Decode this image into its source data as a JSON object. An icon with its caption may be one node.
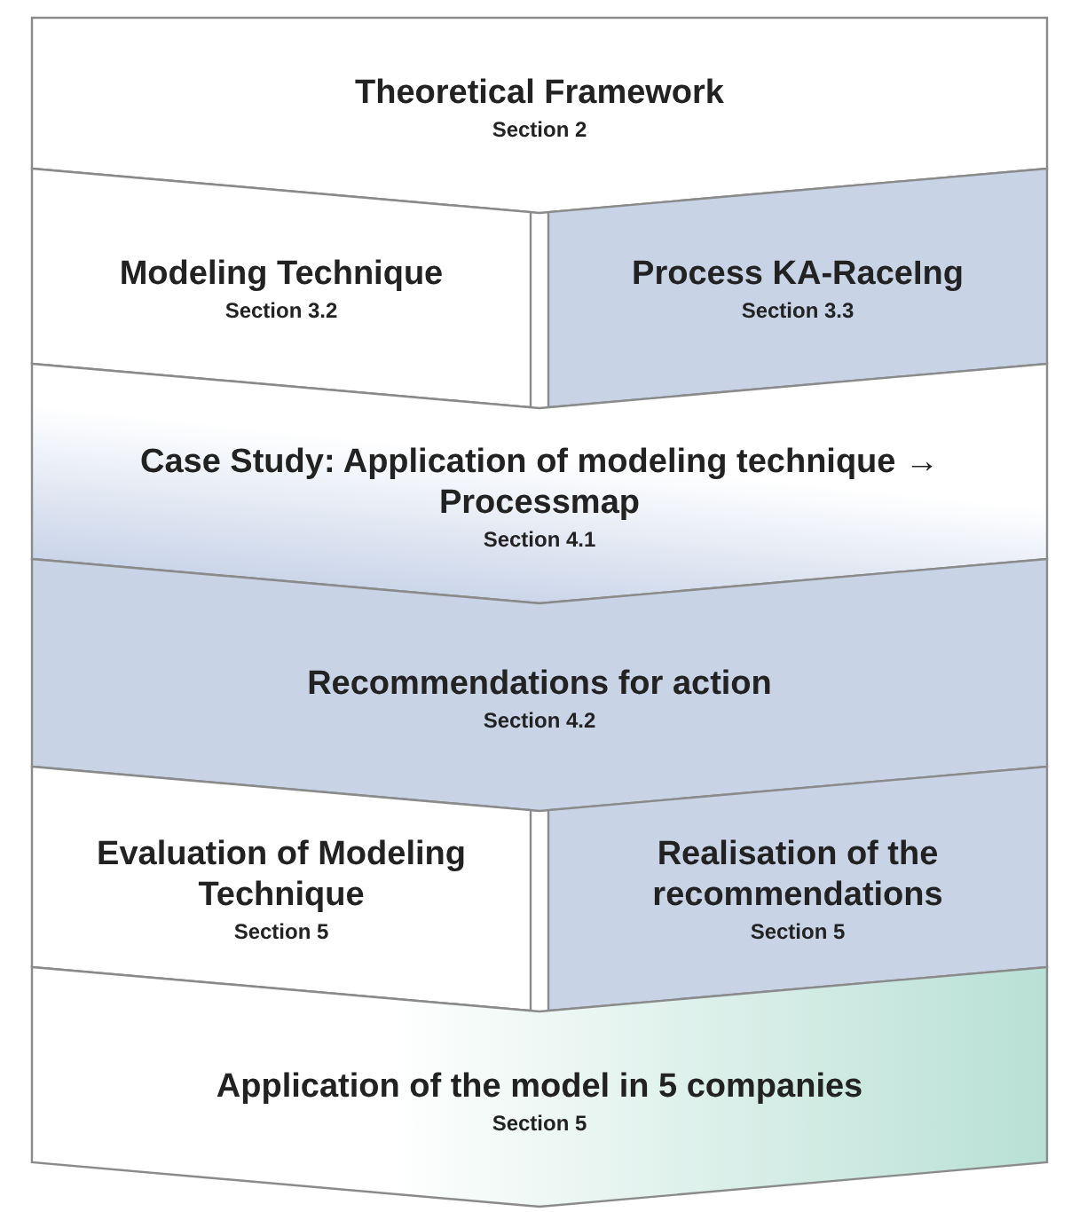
{
  "diagram": {
    "nodes": [
      {
        "text": [
          "Theoretical Framework",
          "Section 2"
        ]
      },
      {
        "text": [
          "Modeling Technique",
          "Section 3.2"
        ]
      },
      {
        "text": [
          "Process KA-RaceIng",
          "Section 3.3"
        ]
      },
      {
        "text": [
          "Case Study: Application of modeling technique → Processmap",
          "Section 4.1"
        ]
      },
      {
        "text": [
          "Recommendations for action",
          "Section 4.2"
        ]
      },
      {
        "text": [
          "Evaluation of Modeling Technique",
          "Section 5"
        ]
      },
      {
        "text": [
          "Realisation of the recommendations",
          "Section 5"
        ]
      },
      {
        "text": [
          "Application of the model in 5 companies",
          "Section 5"
        ]
      }
    ]
  }
}
